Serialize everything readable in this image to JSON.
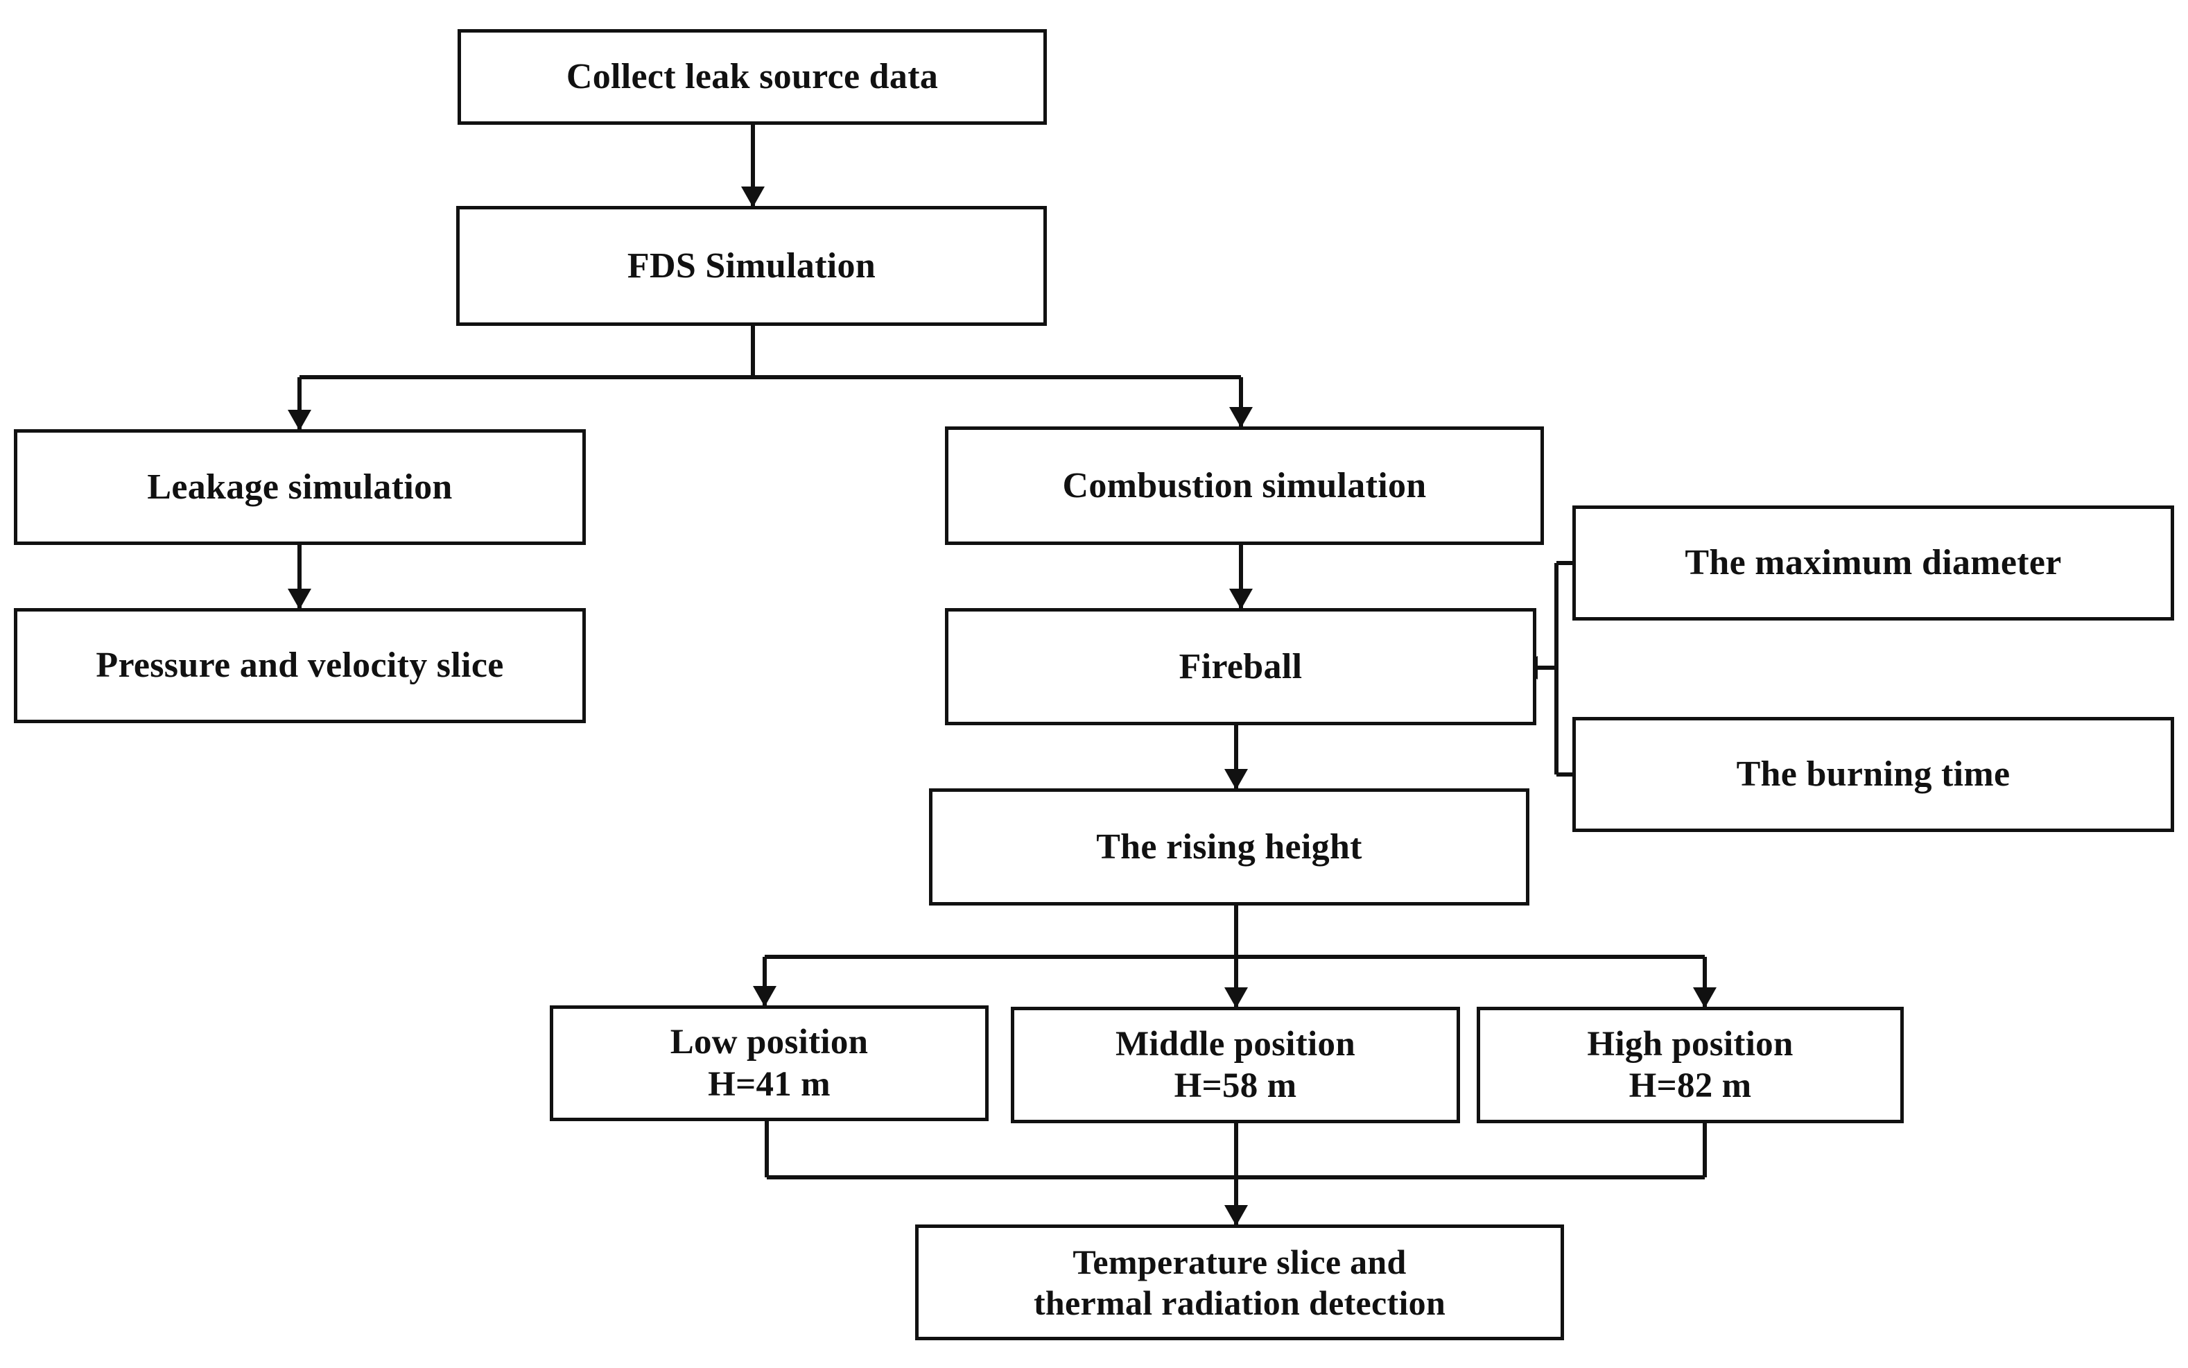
{
  "diagram": {
    "title": "FDS leak and fireball simulation workflow flowchart",
    "background_color": "#ffffff",
    "line_color": "#111111",
    "text_color": "#111111",
    "nodes": {
      "collect": {
        "label": "Collect leak source data"
      },
      "fds": {
        "label": "FDS Simulation"
      },
      "leakage": {
        "label": "Leakage simulation"
      },
      "pressure": {
        "label": "Pressure and velocity slice"
      },
      "combustion": {
        "label": "Combustion simulation"
      },
      "fireball": {
        "label": "Fireball"
      },
      "max_diameter": {
        "label": "The maximum diameter"
      },
      "burning_time": {
        "label": "The burning time"
      },
      "rising_height": {
        "label": "The rising height"
      },
      "low_position": {
        "line1": "Low position",
        "line2": "H=41 m"
      },
      "middle_position": {
        "line1": "Middle position",
        "line2": "H=58 m"
      },
      "high_position": {
        "line1": "High position",
        "line2": "H=82 m"
      },
      "temperature": {
        "line1": "Temperature slice and",
        "line2": "thermal radiation detection"
      }
    },
    "edges": [
      {
        "from": "collect",
        "to": "fds",
        "type": "straight-down"
      },
      {
        "from": "fds",
        "to": "leakage",
        "type": "split-left"
      },
      {
        "from": "fds",
        "to": "combustion",
        "type": "split-right"
      },
      {
        "from": "leakage",
        "to": "pressure",
        "type": "straight-down"
      },
      {
        "from": "combustion",
        "to": "fireball",
        "type": "straight-down"
      },
      {
        "from": "max_diameter",
        "to": "fireball",
        "type": "elbow-left-arrow"
      },
      {
        "from": "burning_time",
        "to": "fireball",
        "type": "elbow-left-arrow"
      },
      {
        "from": "fireball",
        "to": "rising_height",
        "type": "straight-down"
      },
      {
        "from": "rising_height",
        "to": "low_position",
        "type": "split-left"
      },
      {
        "from": "rising_height",
        "to": "middle_position",
        "type": "straight-down"
      },
      {
        "from": "rising_height",
        "to": "high_position",
        "type": "split-right"
      },
      {
        "from": "low_position",
        "to": "temperature",
        "type": "merge-down"
      },
      {
        "from": "middle_position",
        "to": "temperature",
        "type": "merge-down"
      },
      {
        "from": "high_position",
        "to": "temperature",
        "type": "merge-down"
      }
    ]
  }
}
